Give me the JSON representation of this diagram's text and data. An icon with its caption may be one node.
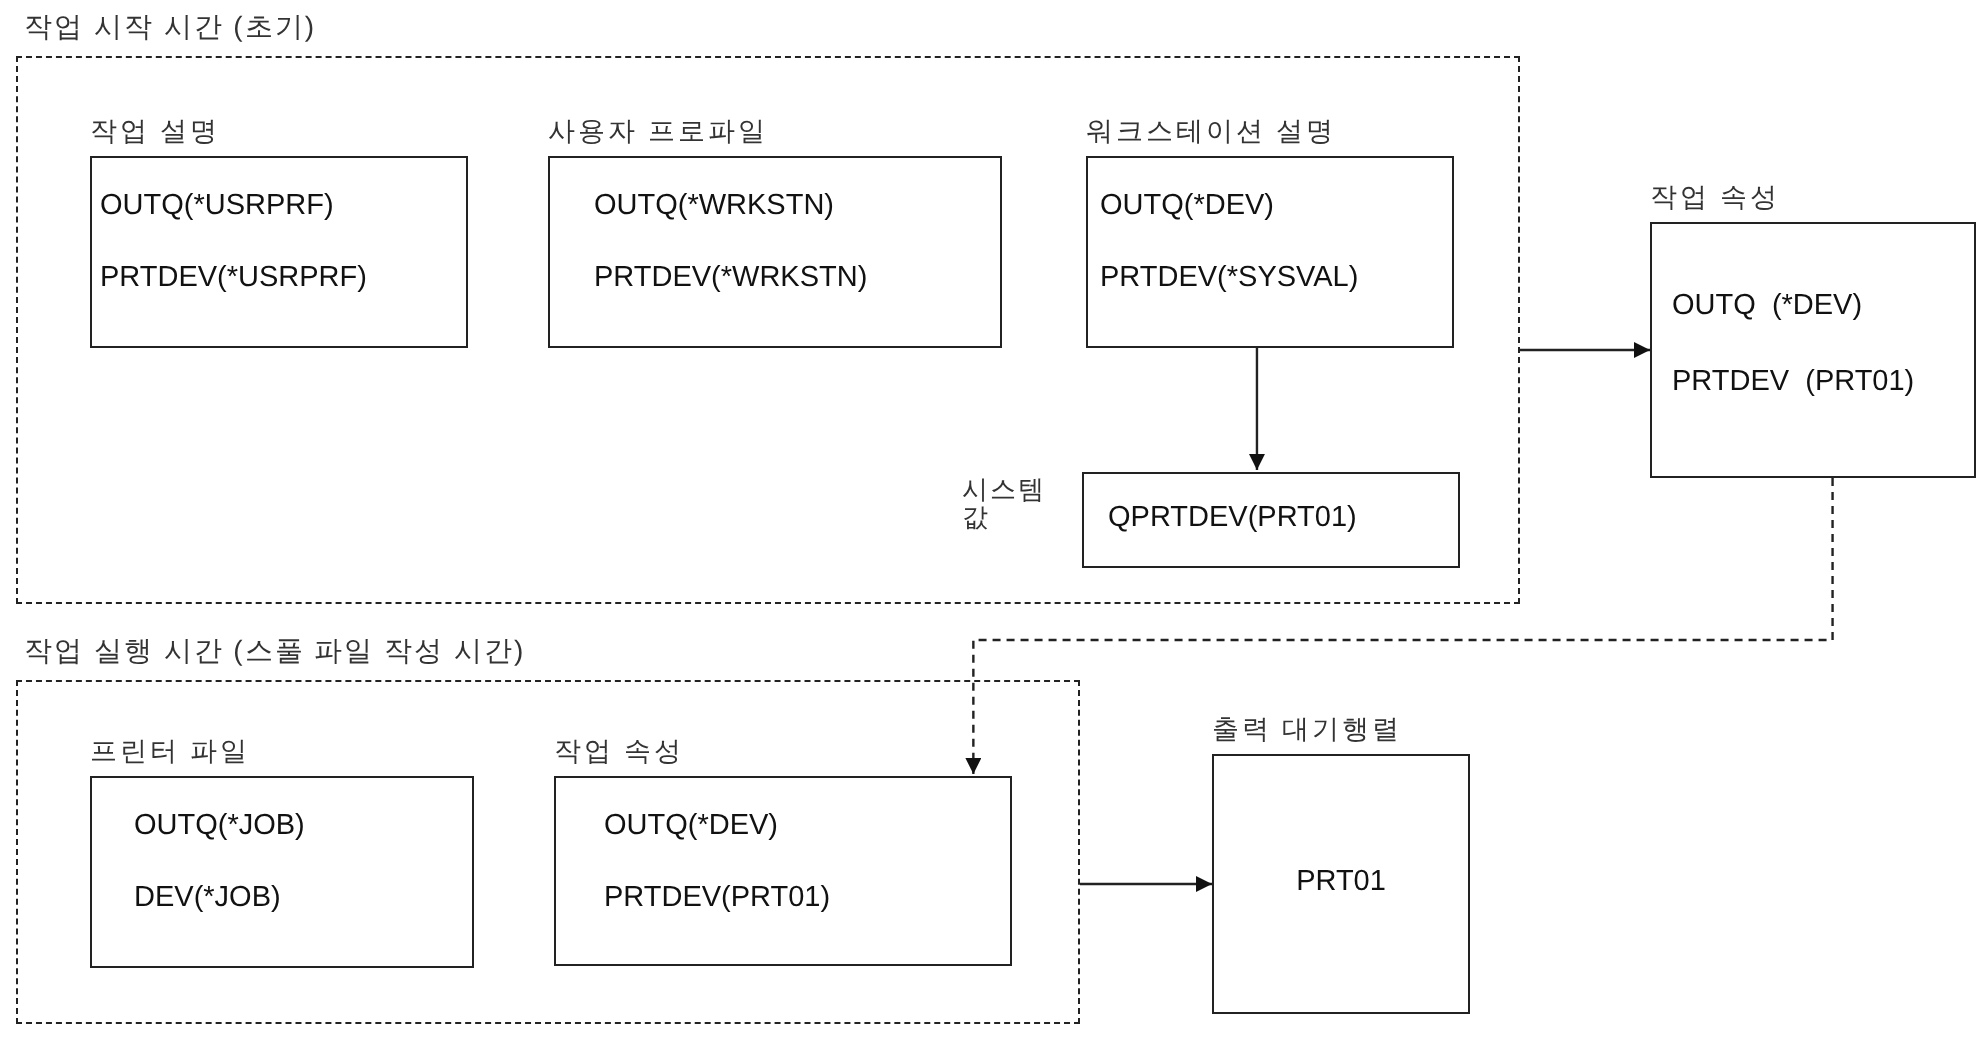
{
  "diagram": {
    "nodes": [
      {
        "text": [
          "작업 시작 시간 (초기)"
        ]
      },
      {
        "text": [
          "작업 설명",
          "OUTQ(*USRPRF)",
          "PRTDEV(*USRPRF)"
        ],
        "in": 0
      },
      {
        "text": [
          "사용자 프로파일",
          "OUTQ(*WRKSTN)",
          "PRTDEV(*WRKSTN)"
        ],
        "in": 0
      },
      {
        "text": [
          "워크스테이션 설명",
          "OUTQ(*DEV)",
          "PRTDEV(*SYSVAL)"
        ],
        "in": 0
      },
      {
        "text": [
          "시스템 값",
          "QPRTDEV(PRT01)"
        ],
        "in": 0
      },
      {
        "text": [
          "작업 속성",
          "OUTQ  (*DEV)",
          "PRTDEV  (PRT01)"
        ]
      },
      {
        "text": [
          "작업 실행 시간 (스풀 파일 작성 시간)"
        ]
      },
      {
        "text": [
          "프린터 파일",
          "OUTQ(*JOB)",
          "DEV(*JOB)"
        ],
        "in": 6
      },
      {
        "text": [
          "작업 속성",
          "OUTQ(*DEV)",
          "PRTDEV(PRT01)"
        ],
        "in": 6
      },
      {
        "text": [
          "출력 대기행렬",
          "PRT01"
        ]
      }
    ],
    "edges": [
      {
        "from": 3,
        "to": 4,
        "arrow": "to"
      },
      {
        "from": 0,
        "to": 5,
        "arrow": "to"
      },
      {
        "from": 5,
        "to": 8,
        "arrow": "to",
        "style": "dashed"
      },
      {
        "from": 6,
        "to": 9,
        "arrow": "to"
      }
    ]
  }
}
